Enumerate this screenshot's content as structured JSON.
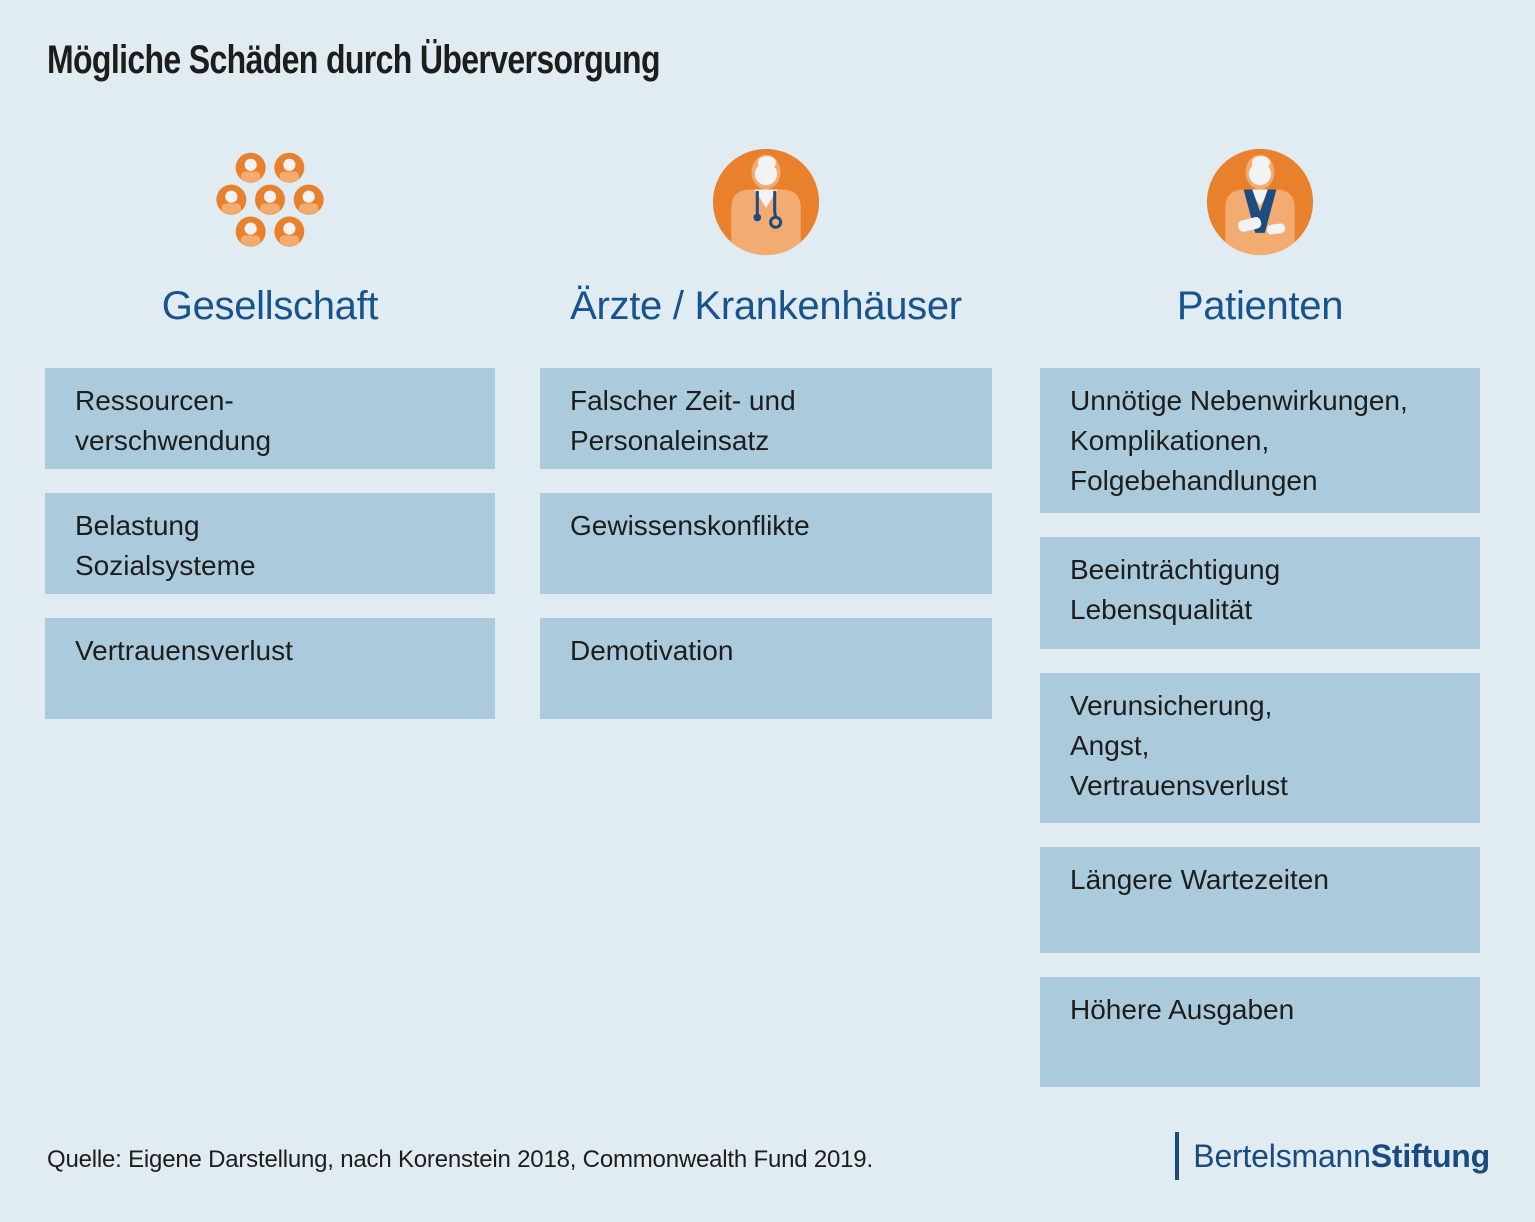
{
  "title": "Mögliche Schäden durch Überversorgung",
  "columns": [
    {
      "heading": "Gesellschaft",
      "icon": "people-group-icon",
      "items": [
        "Ressourcen-\nverschwendung",
        "Belastung\nSozialsysteme",
        "Vertrauensverlust"
      ]
    },
    {
      "heading": "Ärzte / Krankenhäuser",
      "icon": "doctor-icon",
      "items": [
        "Falscher Zeit- und\nPersonaleinsatz",
        "Gewissenskonflikte",
        "Demotivation"
      ]
    },
    {
      "heading": "Patienten",
      "icon": "patient-icon",
      "items": [
        "Unnötige Nebenwirkungen,\nKomplikationen,\nFolgebehandlungen",
        "Beeinträchtigung\nLebensqualität",
        "Verunsicherung,\nAngst,\nVertrauensverlust",
        "Längere Wartezeiten",
        "Höhere Ausgaben"
      ]
    }
  ],
  "footer": {
    "source": "Quelle: Eigene Darstellung, nach Korenstein 2018, Commonwealth Fund 2019.",
    "logo_regular": "Bertelsmann",
    "logo_bold": "Stiftung"
  },
  "colors": {
    "background": "#E0EBF2",
    "box_blue": "#ABCBDC",
    "heading_blue": "#17538E",
    "logo_blue": "#1A4B80",
    "text": "#1D1D1B",
    "icon_orange": "#E8802C",
    "icon_skin": "#F2AC72",
    "icon_white": "#F3F3F3",
    "icon_navy": "#1B4E7E"
  }
}
